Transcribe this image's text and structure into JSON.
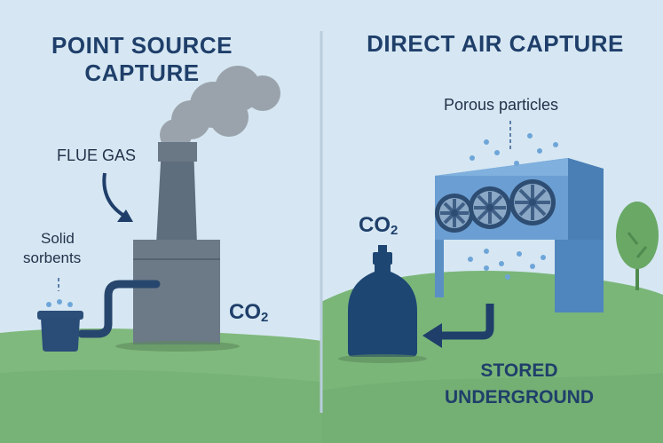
{
  "left": {
    "title_line1": "POINT SOURCE",
    "title_line2": "CAPTURE",
    "flue_gas_label": "FLUE GAS",
    "sorbent_label_line1": "Solid",
    "sorbent_label_line2": "sorbents",
    "co2_label": "CO",
    "co2_subscript": "2"
  },
  "right": {
    "title": "DIRECT AIR CAPTURE",
    "particles_label": "Porous particles",
    "co2_label": "CO",
    "co2_subscript": "2",
    "stored_line1": "STORED",
    "stored_line2": "UNDERGROUND"
  },
  "colors": {
    "sky": "#d6e7f3",
    "ground": "#7ab678",
    "title": "#1f3f6a",
    "factory": "#5f6e7c",
    "tank": "#1e4673",
    "dac_unit": "#5f95c9"
  }
}
